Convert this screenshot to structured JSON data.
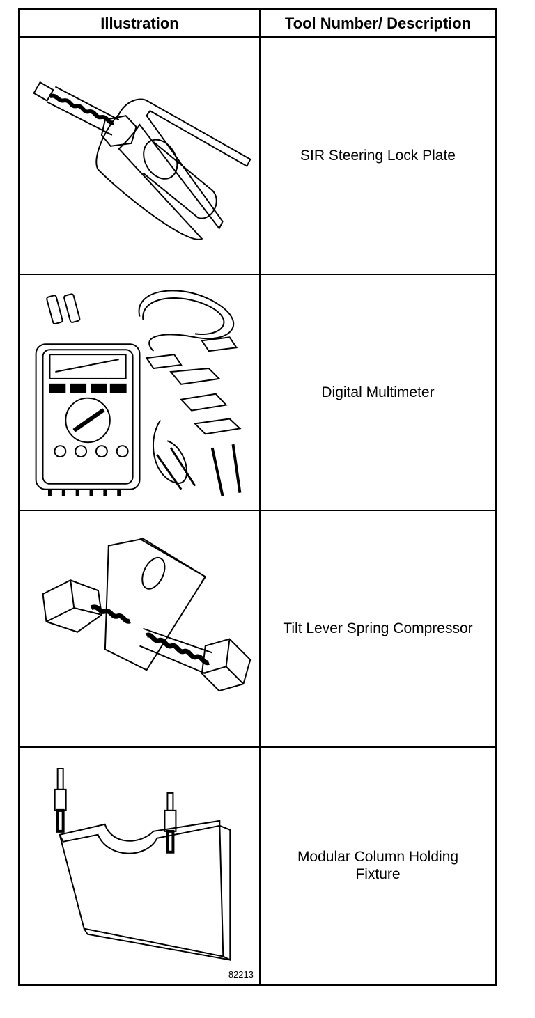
{
  "table": {
    "headers": [
      "Illustration",
      "Tool Number/ Description"
    ],
    "rows": [
      {
        "description": "SIR Steering Lock Plate",
        "icon": "lock-plate-puller-illustration"
      },
      {
        "description": "Digital Multimeter",
        "icon": "digital-multimeter-illustration"
      },
      {
        "description": "Tilt Lever Spring Compressor",
        "icon": "spring-compressor-illustration"
      },
      {
        "description": "Modular Column Holding Fixture",
        "icon": "holding-fixture-illustration"
      }
    ]
  },
  "figure_number": "82213"
}
